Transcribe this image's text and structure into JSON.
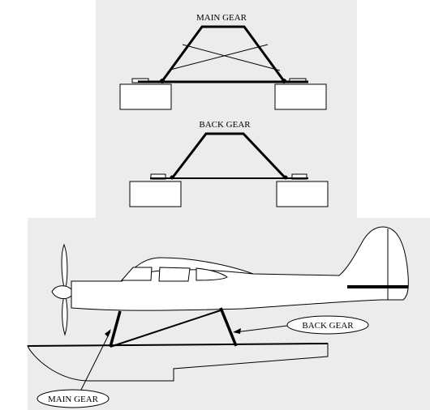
{
  "labels": {
    "main_gear_top": "MAIN GEAR",
    "back_gear_top": "BACK GEAR",
    "back_gear_callout": "BACK GEAR",
    "main_gear_callout": "MAIN GEAR"
  },
  "colors": {
    "panel": "#ececec",
    "line": "#000000",
    "background": "#ffffff"
  }
}
